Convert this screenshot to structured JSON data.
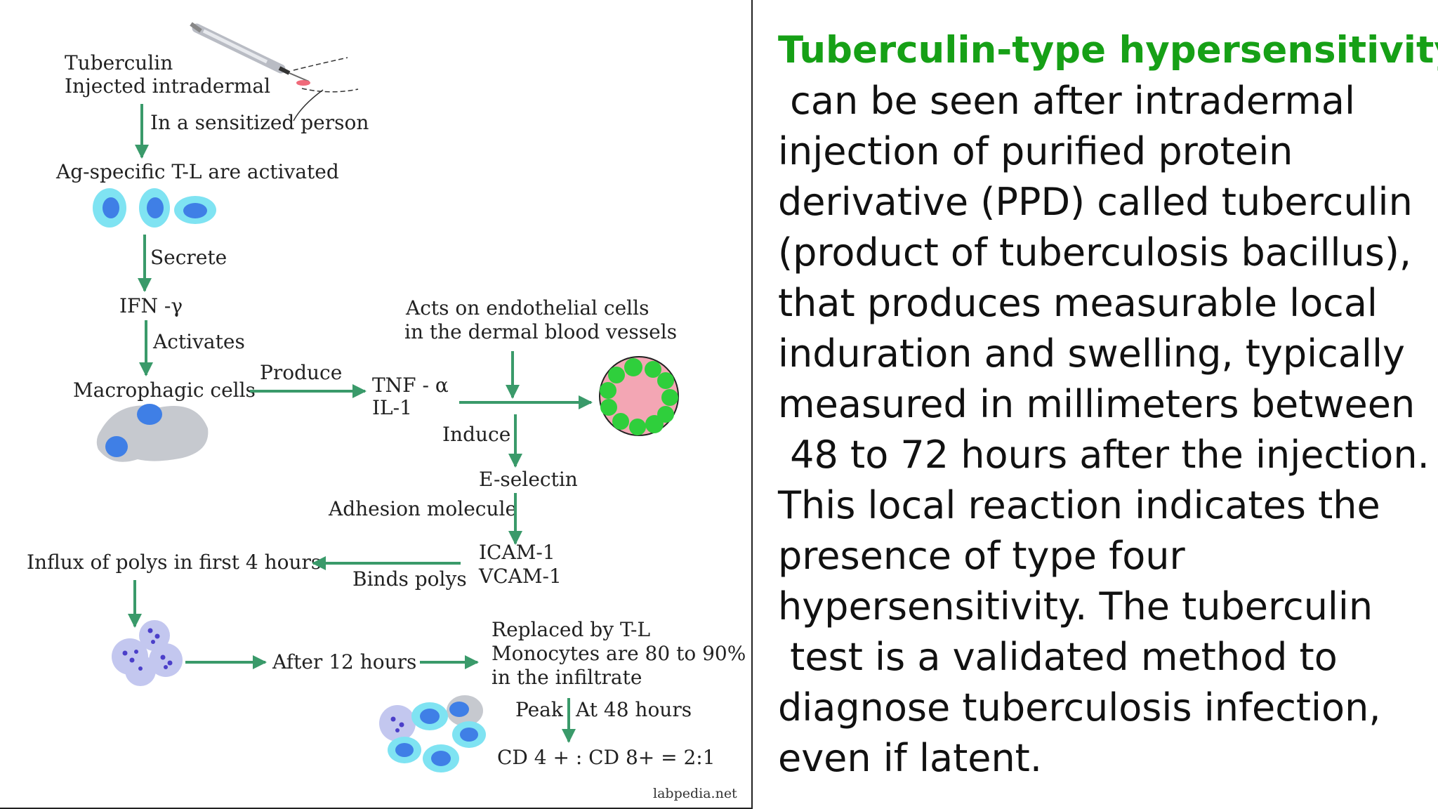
{
  "colors": {
    "arrow": "#3a9a6a",
    "title": "#16a016",
    "cell_outer": "#7fe3f2",
    "cell_nucleus": "#3f7fe6",
    "macrophage": "#c6c9cf",
    "poly_cell": "#c3c7ef",
    "poly_granule": "#4b3fc9",
    "vessel_fill": "#f3a6b4",
    "vessel_cells": "#2fcf3c"
  },
  "icons": {
    "syringe": "syringe-icon",
    "t_lymphocyte": "t-lymphocyte-icon",
    "macrophage": "macrophage-icon",
    "blood_vessel": "blood-vessel-icon",
    "polymorph": "polymorph-cluster-icon",
    "infiltrate": "mixed-infiltrate-icon"
  },
  "diagram": {
    "injection_line1": "Tuberculin",
    "injection_line2": "Injected intradermal",
    "sensitized": "In a sensitized person",
    "activated": "Ag-specific T-L are activated",
    "secrete": "Secrete",
    "ifn": "IFN -γ",
    "activates": "Activates",
    "macrophagic": "Macrophagic cells",
    "produce": "Produce",
    "tnf": "TNF - α",
    "il1": "IL-1",
    "acts_line1": "Acts on endothelial cells",
    "acts_line2": "in the dermal blood vessels",
    "induce": "Induce",
    "eselectin": "E-selectin",
    "adhesion": "Adhesion molecule",
    "icam": "ICAM-1",
    "vcam": "VCAM-1",
    "binds": "Binds polys",
    "influx": "Influx of polys in first 4 hours",
    "after12": "After 12 hours",
    "replaced": "Replaced by T-L",
    "monocytes": "Monocytes are 80 to 90%",
    "infiltrate": "in the infiltrate",
    "peak": "Peak",
    "at48": "At 48 hours",
    "ratio": "CD 4 + : CD 8+ = 2:1",
    "watermark": "labpedia.net"
  },
  "text_panel": {
    "title": "Tuberculin-type hypersensitivity",
    "lines": [
      " can be seen after intradermal",
      "injection of purified protein",
      "derivative (PPD) called tuberculin",
      "(product of tuberculosis bacillus),",
      "that produces measurable local",
      "induration and swelling, typically",
      "measured in millimeters between",
      " 48 to 72 hours after the injection.",
      "This local reaction indicates the",
      "presence of type four",
      "hypersensitivity. The tuberculin",
      " test is a validated method to",
      "diagnose tuberculosis infection,",
      "even if latent."
    ]
  }
}
